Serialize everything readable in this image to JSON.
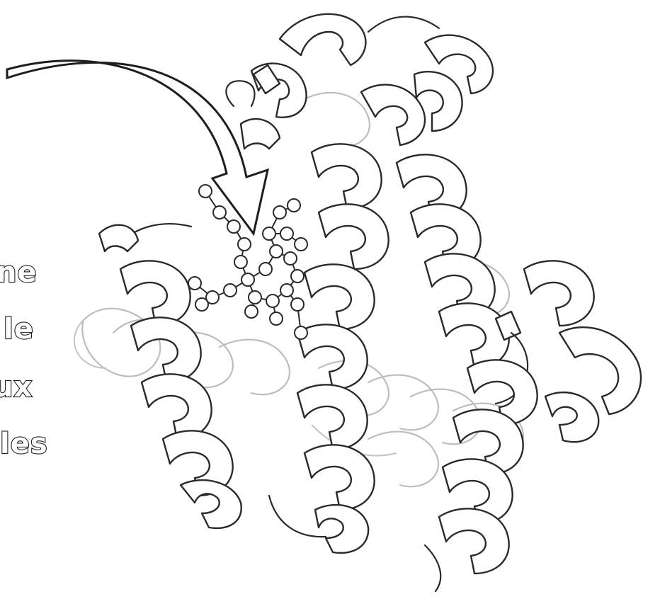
{
  "figure": {
    "label_lines": [
      "ne",
      "le",
      "ux",
      "les"
    ]
  },
  "colors": {
    "outline": "#2a2a2a",
    "faded_outline": "#bdbdbd",
    "fill": "#ffffff"
  },
  "icons": {
    "pointer": "curved-arrow-icon",
    "ligand": "ball-and-stick-molecule-icon",
    "protein": "helix-ribbon-icon"
  }
}
